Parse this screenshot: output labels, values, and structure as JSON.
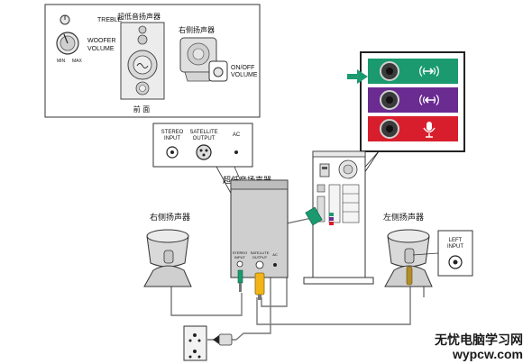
{
  "front_panel": {
    "treble": "TREBLE",
    "woofer_volume_line1": "WOOFER",
    "woofer_volume_line2": "VOLUME",
    "min": "MIN",
    "max": "MAX",
    "subwoofer_title": "超低音扬声器",
    "right_speaker_title": "右侧扬声器",
    "onoff_line1": "ON/OFF",
    "onoff_line2": "VOLUME",
    "caption": "前  面"
  },
  "rear_panel": {
    "stereo_input_line1": "STEREO",
    "stereo_input_line2": "INPUT",
    "satellite_output_line1": "SATELLITE",
    "satellite_output_line2": "OUTPUT",
    "ac": "AC"
  },
  "main": {
    "subwoofer_label": "超低音扬声器",
    "right_speaker_label": "右侧扬声器",
    "left_speaker_label": "左侧扬声器",
    "left_input_line1": "LEFT",
    "left_input_line2": "INPUT",
    "sub_stereo_line1": "STEREO",
    "sub_stereo_line2": "INPUT",
    "sub_satellite_line1": "SATELLITE",
    "sub_satellite_line2": "OUTPUT",
    "sub_ac": "AC"
  },
  "audio_ports": {
    "colors": [
      "#1a9a6e",
      "#6a2c90",
      "#d81e2c"
    ],
    "icons": [
      "line-out-icon",
      "line-in-icon",
      "microphone-icon"
    ]
  },
  "watermark": {
    "line1": "无忧电脑学习网",
    "line2": "wypcw.com"
  }
}
